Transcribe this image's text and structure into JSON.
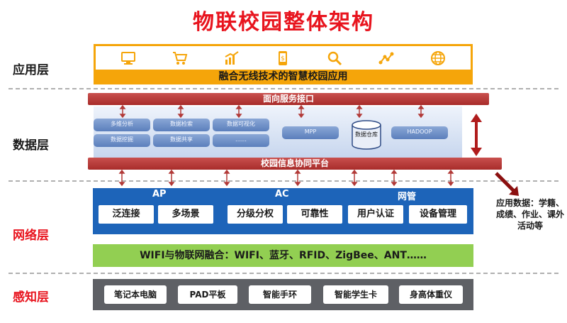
{
  "title": "物联校园整体架构",
  "layers": {
    "application": "应用层",
    "data": "数据层",
    "network": "网络层",
    "perception": "感知层"
  },
  "application": {
    "icons": [
      "computer-icon",
      "cart-icon",
      "chart-icon",
      "phone-icon",
      "search-icon",
      "network-icon",
      "globe-icon"
    ],
    "bar_label": "融合无线技术的智慧校园应用"
  },
  "data": {
    "service_bar": "面向服务接口",
    "platform_bar": "校园信息协同平台",
    "pills": [
      "多维分析",
      "数据检索",
      "数据可视化",
      "数据挖掘",
      "数据共享",
      "……"
    ],
    "mpp": "MPP",
    "warehouse": "数据仓库",
    "hadoop": "HADOOP"
  },
  "network": {
    "headers": [
      "AP",
      "AC",
      "网管"
    ],
    "buttons": [
      "泛连接",
      "多场景",
      "分级分权",
      "可靠性",
      "用户认证",
      "设备管理"
    ],
    "fusion": "WIFI与物联网融合：WIFI、蓝牙、RFID、ZigBee、ANT……"
  },
  "perception": {
    "devices": [
      "笔记本电脑",
      "PAD平板",
      "智能手环",
      "智能学生卡",
      "身高体重仪"
    ]
  },
  "side_note": "应用数据：学籍、成绩、作业、课外活动等",
  "colors": {
    "title": "#e8141e",
    "app_border": "#f5a50a",
    "data_bar": "#b23a38",
    "network": "#1d64b9",
    "fusion": "#92cf52",
    "perception": "#5e6065"
  }
}
